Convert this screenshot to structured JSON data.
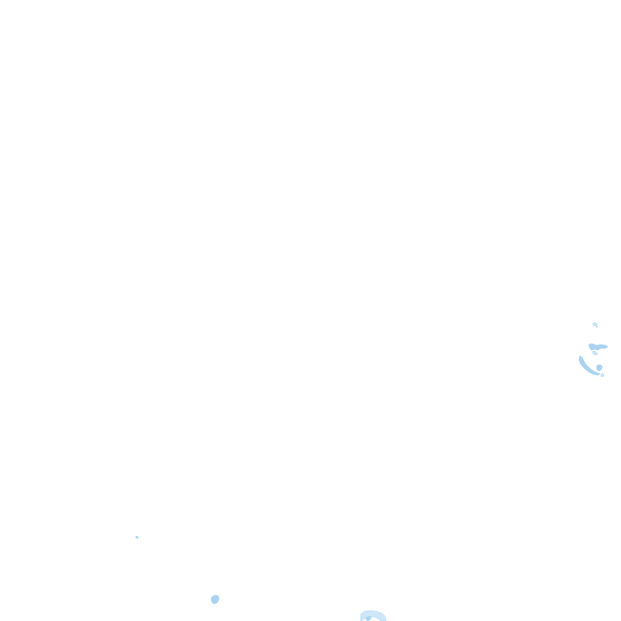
{
  "map": {
    "style": "map tile, white background with light-blue water features",
    "colors": {
      "background": "#ffffff",
      "water": "#aad3f2",
      "water_light": "#cde7f8"
    },
    "features": [
      {
        "kind": "water",
        "label": ""
      },
      {
        "kind": "water",
        "label": ""
      },
      {
        "kind": "water",
        "label": ""
      },
      {
        "kind": "water",
        "label": ""
      }
    ]
  }
}
